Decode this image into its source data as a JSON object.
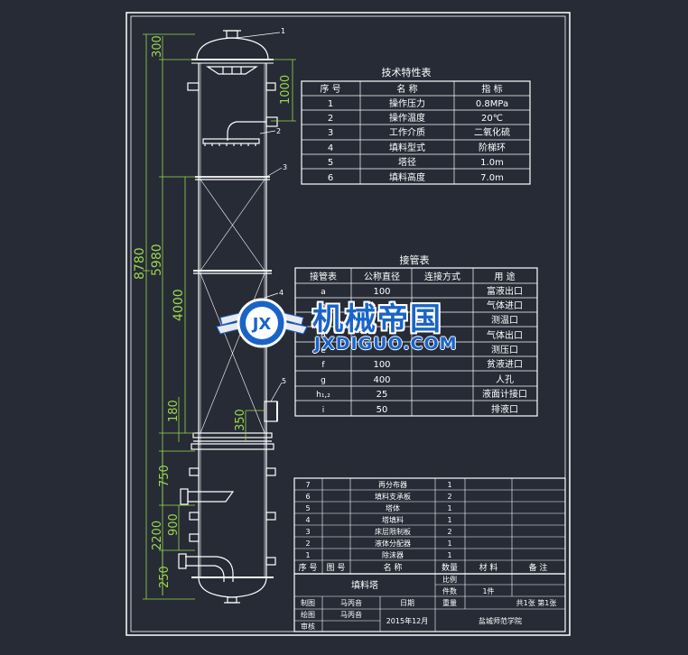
{
  "dimensions": [
    "300",
    "1000",
    "8780",
    "5980",
    "4000",
    "180",
    "350",
    "750",
    "900",
    "2200",
    "250"
  ],
  "callouts": [
    "1",
    "2",
    "3",
    "4",
    "5"
  ],
  "spec_table": {
    "title": "技术特性表",
    "headers": [
      "序 号",
      "名    称",
      "指    标"
    ],
    "rows": [
      [
        "1",
        "操作压力",
        "0.8MPa"
      ],
      [
        "2",
        "操作温度",
        "20℃"
      ],
      [
        "3",
        "工作介质",
        "二氧化硫"
      ],
      [
        "4",
        "填料型式",
        "阶梯环"
      ],
      [
        "5",
        "塔径",
        "1.0m"
      ],
      [
        "6",
        "填料高度",
        "7.0m"
      ]
    ]
  },
  "nozzle_table": {
    "title": "接管表",
    "headers": [
      "接管表",
      "公称直径",
      "连接方式",
      "用  途"
    ],
    "rows": [
      [
        "a",
        "100",
        "",
        "富液出口"
      ],
      [
        "b",
        "",
        "",
        "气体进口"
      ],
      [
        "c",
        "",
        "",
        "测温口"
      ],
      [
        "d",
        "",
        "",
        "气体出口"
      ],
      [
        "e",
        "",
        "",
        "测压口"
      ],
      [
        "f",
        "100",
        "",
        "贫液进口"
      ],
      [
        "g",
        "400",
        "",
        "人孔"
      ],
      [
        "h₁,₂",
        "25",
        "",
        "液面计接口"
      ],
      [
        "i",
        "50",
        "",
        "排液口"
      ]
    ]
  },
  "bom": {
    "rows": [
      [
        "7",
        "",
        "再分布器",
        "1",
        "",
        ""
      ],
      [
        "6",
        "",
        "填料支承板",
        "2",
        "",
        ""
      ],
      [
        "5",
        "",
        "塔体",
        "1",
        "",
        ""
      ],
      [
        "4",
        "",
        "塔填料",
        "1",
        "",
        ""
      ],
      [
        "3",
        "",
        "床层限制板",
        "2",
        "",
        ""
      ],
      [
        "2",
        "",
        "液体分配器",
        "1",
        "",
        ""
      ],
      [
        "1",
        "",
        "除沫器",
        "1",
        "",
        ""
      ]
    ],
    "header": [
      "序 号",
      "图 号",
      "名    称",
      "数量",
      "材  料",
      "备 注"
    ]
  },
  "title_block": {
    "drawing_name": "填料塔",
    "scale_label": "比例",
    "count_label": "件数",
    "count_value": "1件",
    "drawn_label": "制图",
    "drawn_name": "马丙音",
    "date_label": "日期",
    "weight_label": "重量",
    "sheets": "共1张 第1张",
    "draft_label": "绘图",
    "draft_name": "马丙音",
    "date_value": "2015年12月",
    "school": "盐城师范学院",
    "check_label": "审核"
  },
  "watermark": {
    "title": "机械帝国",
    "subtitle": "JXDIGUO.COM",
    "badge": "JX"
  },
  "colors": {
    "background": "#262b36",
    "line": "#ffffff",
    "dimension": "#9cd84a",
    "brand": "#1a64c8"
  }
}
